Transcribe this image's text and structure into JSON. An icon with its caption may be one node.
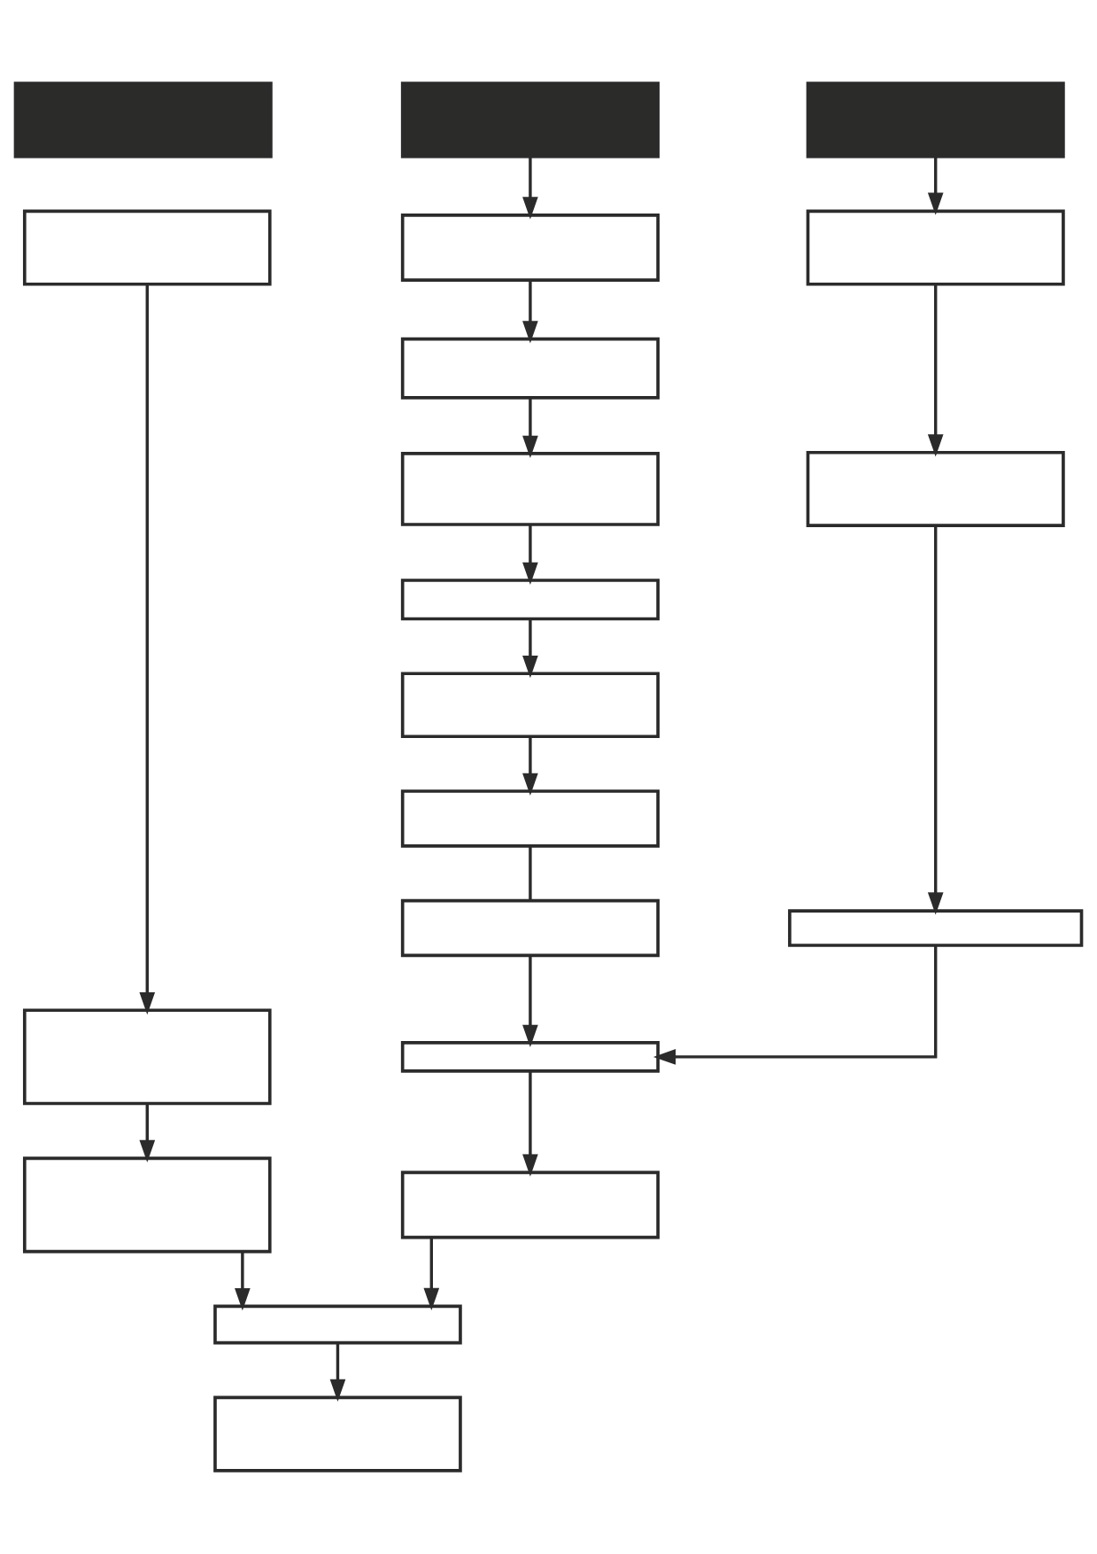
{
  "diagram": {
    "nodes": [
      {
        "text": [],
        "shape": "box"
      },
      {
        "text": [],
        "shape": "box"
      },
      {
        "text": [],
        "shape": "box"
      },
      {
        "text": [],
        "shape": "box"
      },
      {
        "text": [],
        "shape": "box"
      },
      {
        "text": [],
        "shape": "box"
      },
      {
        "text": [],
        "shape": "box"
      },
      {
        "text": [],
        "shape": "box"
      },
      {
        "text": [],
        "shape": "box"
      },
      {
        "text": [],
        "shape": "box"
      },
      {
        "text": [],
        "shape": "box"
      },
      {
        "text": [],
        "shape": "box"
      },
      {
        "text": [],
        "shape": "box"
      },
      {
        "text": [],
        "shape": "box"
      },
      {
        "text": [],
        "shape": "box"
      },
      {
        "text": [],
        "shape": "box"
      },
      {
        "text": [],
        "shape": "box"
      },
      {
        "text": [],
        "shape": "box"
      },
      {
        "text": [],
        "shape": "box"
      },
      {
        "text": [],
        "shape": "box"
      }
    ],
    "edges": [
      {
        "from": 1,
        "to": 6,
        "arrow": "to"
      },
      {
        "from": 6,
        "to": 7,
        "arrow": "to"
      },
      {
        "from": 7,
        "to": 8,
        "arrow": "to"
      },
      {
        "from": 8,
        "to": 9,
        "arrow": "to"
      },
      {
        "from": 9,
        "to": 10,
        "arrow": "to"
      },
      {
        "from": 10,
        "to": 11,
        "arrow": "to"
      },
      {
        "from": 11,
        "to": 12,
        "arrow": "none"
      },
      {
        "from": 12,
        "to": 14,
        "arrow": "to"
      },
      {
        "from": 13,
        "to": 14,
        "arrow": "to"
      },
      {
        "from": 14,
        "to": 15,
        "arrow": "to"
      },
      {
        "from": 2,
        "to": 16,
        "arrow": "to"
      },
      {
        "from": 16,
        "to": 17,
        "arrow": "to"
      },
      {
        "from": 17,
        "to": 13,
        "arrow": "to"
      },
      {
        "from": 3,
        "to": 4,
        "arrow": "to"
      },
      {
        "from": 4,
        "to": 5,
        "arrow": "to"
      },
      {
        "from": 5,
        "to": 18,
        "arrow": "to"
      },
      {
        "from": 15,
        "to": 18,
        "arrow": "to"
      },
      {
        "from": 18,
        "to": 19,
        "arrow": "to"
      }
    ]
  }
}
